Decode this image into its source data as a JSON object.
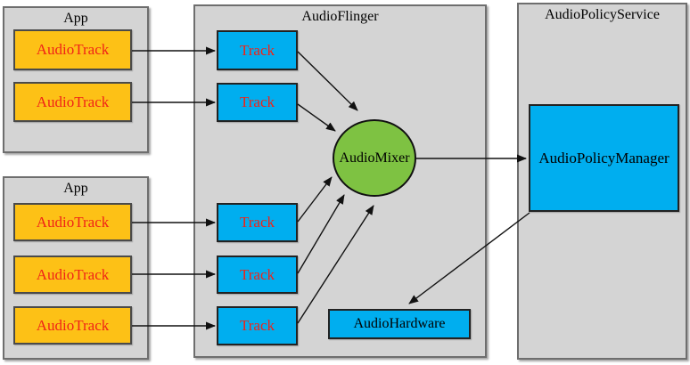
{
  "diagram": {
    "containers": {
      "app1": {
        "label": "App"
      },
      "app2": {
        "label": "App"
      },
      "audioflinger": {
        "label": "AudioFlinger"
      },
      "audiopolicyservice": {
        "label": "AudioPolicyService"
      }
    },
    "nodes": {
      "audiotrack1": {
        "label": "AudioTrack"
      },
      "audiotrack2": {
        "label": "AudioTrack"
      },
      "audiotrack3": {
        "label": "AudioTrack"
      },
      "audiotrack4": {
        "label": "AudioTrack"
      },
      "audiotrack5": {
        "label": "AudioTrack"
      },
      "track1": {
        "label": "Track"
      },
      "track2": {
        "label": "Track"
      },
      "track3": {
        "label": "Track"
      },
      "track4": {
        "label": "Track"
      },
      "track5": {
        "label": "Track"
      },
      "audiomixer": {
        "label": "AudioMixer"
      },
      "audiohardware": {
        "label": "AudioHardware"
      },
      "audiopolicymanager": {
        "label": "AudioPolicyManager"
      }
    },
    "edges": [
      {
        "from": "audiotrack1",
        "to": "track1",
        "points": [
          148,
          57,
          241,
          57
        ]
      },
      {
        "from": "audiotrack2",
        "to": "track2",
        "points": [
          148,
          115,
          241,
          115
        ]
      },
      {
        "from": "audiotrack3",
        "to": "track3",
        "points": [
          148,
          250,
          241,
          250
        ]
      },
      {
        "from": "audiotrack4",
        "to": "track4",
        "points": [
          148,
          308,
          241,
          308
        ]
      },
      {
        "from": "audiotrack5",
        "to": "track5",
        "points": [
          148,
          366,
          241,
          366
        ]
      },
      {
        "from": "track1",
        "to": "audiomixer",
        "points": [
          334,
          58,
          401,
          124
        ]
      },
      {
        "from": "track2",
        "to": "audiomixer",
        "points": [
          334,
          117,
          376,
          147
        ]
      },
      {
        "from": "track3",
        "to": "audiomixer",
        "points": [
          334,
          249,
          372,
          199
        ]
      },
      {
        "from": "track4",
        "to": "audiomixer",
        "points": [
          334,
          307,
          386,
          219
        ]
      },
      {
        "from": "track5",
        "to": "audiomixer",
        "points": [
          334,
          363,
          419,
          231
        ]
      },
      {
        "from": "audiomixer",
        "to": "audiopolicymanager",
        "points": [
          467,
          178,
          590,
          178
        ]
      },
      {
        "from": "audiopolicymanager",
        "to": "audiohardware",
        "points": [
          594,
          239,
          459,
          341
        ]
      }
    ],
    "colors": {
      "container_bg": "#d4d4d4",
      "container_border": "#6e6e6e",
      "orange": "#fdc116",
      "blue": "#00aeef",
      "green": "#7ec242",
      "red": "#f02317",
      "arrow": "#111111"
    }
  }
}
